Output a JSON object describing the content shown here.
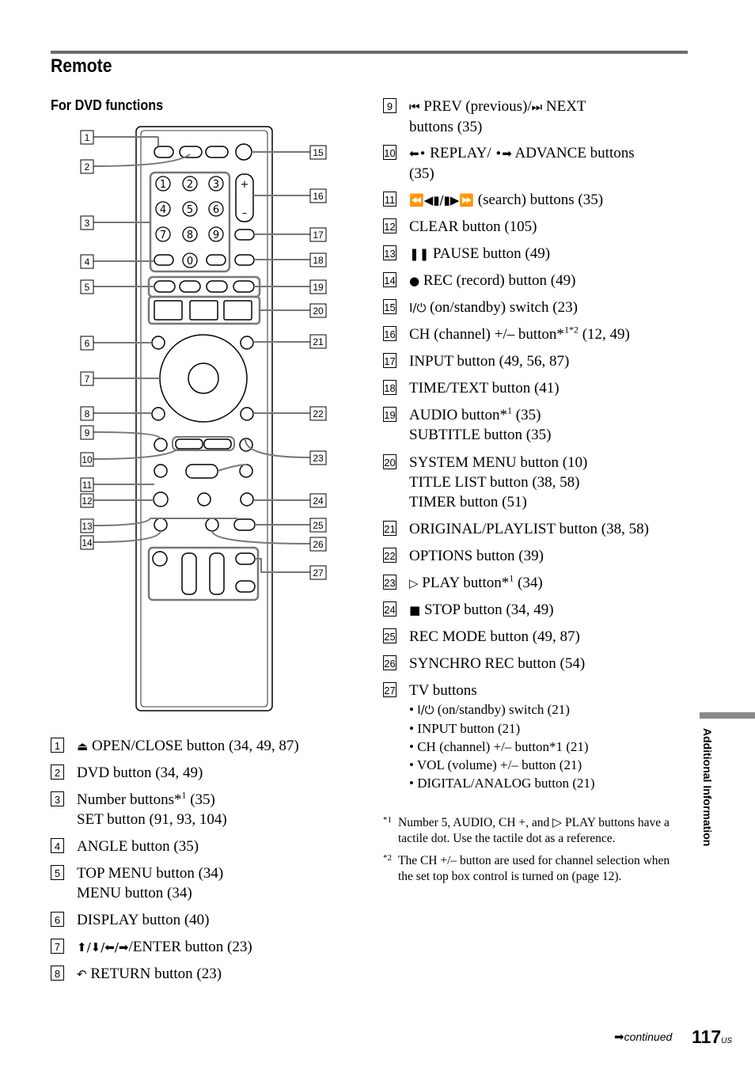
{
  "header": {
    "title": "Remote",
    "subtitle": "For DVD functions"
  },
  "callouts_left": [
    "1",
    "2",
    "3",
    "4",
    "5",
    "6",
    "7",
    "8",
    "9",
    "10",
    "11",
    "12",
    "13",
    "14"
  ],
  "callouts_right": [
    "15",
    "16",
    "17",
    "18",
    "19",
    "20",
    "21",
    "22",
    "23",
    "24",
    "25",
    "26",
    "27"
  ],
  "remote_keys": [
    "1",
    "2",
    "3",
    "4",
    "5",
    "6",
    "7",
    "8",
    "9",
    "0"
  ],
  "ch_plus": "+",
  "ch_minus": "–",
  "left_items": [
    {
      "n": "1",
      "text": "OPEN/CLOSE button (34, 49, 87)",
      "icon": "eject-icon"
    },
    {
      "n": "2",
      "text": "DVD button (34, 49)"
    },
    {
      "n": "3",
      "text": "Number buttons*",
      "sup": "1",
      "text_after": " (35)",
      "line2": "SET button (91, 93, 104)"
    },
    {
      "n": "4",
      "text": "ANGLE button (35)"
    },
    {
      "n": "5",
      "text": "TOP MENU button (34)",
      "line2": "MENU button (34)"
    },
    {
      "n": "6",
      "text": "DISPLAY button (40)"
    },
    {
      "n": "7",
      "text": "/ENTER button (23)",
      "icon": "arrow-keys-icon"
    },
    {
      "n": "8",
      "text": "RETURN button (23)",
      "icon": "return-icon"
    }
  ],
  "right_items": [
    {
      "n": "9",
      "text": "PREV (previous)/",
      "text2": "NEXT",
      "line2": "buttons (35)"
    },
    {
      "n": "10",
      "text": "REPLAY/",
      "text2": "ADVANCE buttons",
      "line2": "(35)"
    },
    {
      "n": "11",
      "text": "(search) buttons (35)"
    },
    {
      "n": "12",
      "text": "CLEAR button (105)"
    },
    {
      "n": "13",
      "text": "PAUSE button (49)"
    },
    {
      "n": "14",
      "text": "REC (record) button (49)"
    },
    {
      "n": "15",
      "text": "(on/standby) switch (23)"
    },
    {
      "n": "16",
      "text": "CH (channel) +/– button*",
      "sup": "1",
      "sup2": "*2",
      "text_after": " (12, 49)"
    },
    {
      "n": "17",
      "text": "INPUT button (49, 56, 87)"
    },
    {
      "n": "18",
      "text": "TIME/TEXT button (41)"
    },
    {
      "n": "19",
      "text": "AUDIO button*",
      "sup": "1",
      "text_after": " (35)",
      "line2": "SUBTITLE button (35)"
    },
    {
      "n": "20",
      "text": "SYSTEM MENU button (10)",
      "line2": "TITLE LIST button (38, 58)",
      "line3": "TIMER button (51)"
    },
    {
      "n": "21",
      "text": "ORIGINAL/PLAYLIST button (38, 58)"
    },
    {
      "n": "22",
      "text": "OPTIONS button (39)"
    },
    {
      "n": "23",
      "text": "PLAY button*",
      "sup": "1",
      "text_after": " (34)"
    },
    {
      "n": "24",
      "text": "STOP button (34, 49)"
    },
    {
      "n": "25",
      "text": "REC MODE button (49, 87)"
    },
    {
      "n": "26",
      "text": "SYNCHRO REC button (54)"
    },
    {
      "n": "27",
      "text": "TV buttons"
    }
  ],
  "tv_bullets": [
    "(on/standby) switch (21)",
    "INPUT button (21)",
    "CH (channel) +/– button*1 (21)",
    "VOL (volume) +/– button (21)",
    "DIGITAL/ANALOG button (21)"
  ],
  "notes": [
    {
      "mark": "*1",
      "text": "Number 5, AUDIO, CH +, and ▷ PLAY buttons have a tactile dot. Use the tactile dot as a reference."
    },
    {
      "mark": "*2",
      "text": "The CH +/– button are used for channel selection when the set top box control is turned on (page 12)."
    }
  ],
  "side_label": "Additional Information",
  "footer": {
    "continued": "continued",
    "page": "117",
    "page_suffix": "US"
  }
}
